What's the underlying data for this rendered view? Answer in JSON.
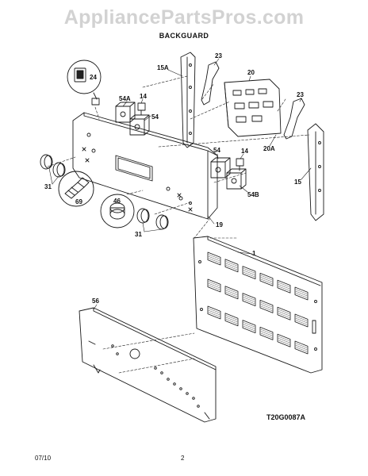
{
  "header": {
    "watermark": "AppliancePartsPros.com",
    "section": "BACKGUARD"
  },
  "diagram": {
    "figure_code": "T20G0087A",
    "part_labels": {
      "p24": "24",
      "p15a": "15A",
      "p23a": "23",
      "p20": "20",
      "p54a": "54A",
      "p14a": "14",
      "p54a2": "54",
      "p23b": "23",
      "p20a": "20A",
      "p54b": "54",
      "p14b": "14",
      "p54b2": "54B",
      "p15": "15",
      "p31a": "31",
      "p69": "69",
      "p46": "46",
      "p31b": "31",
      "p19": "19",
      "p1": "1",
      "p56": "56"
    }
  },
  "footer": {
    "date": "07/10",
    "page": "2"
  }
}
